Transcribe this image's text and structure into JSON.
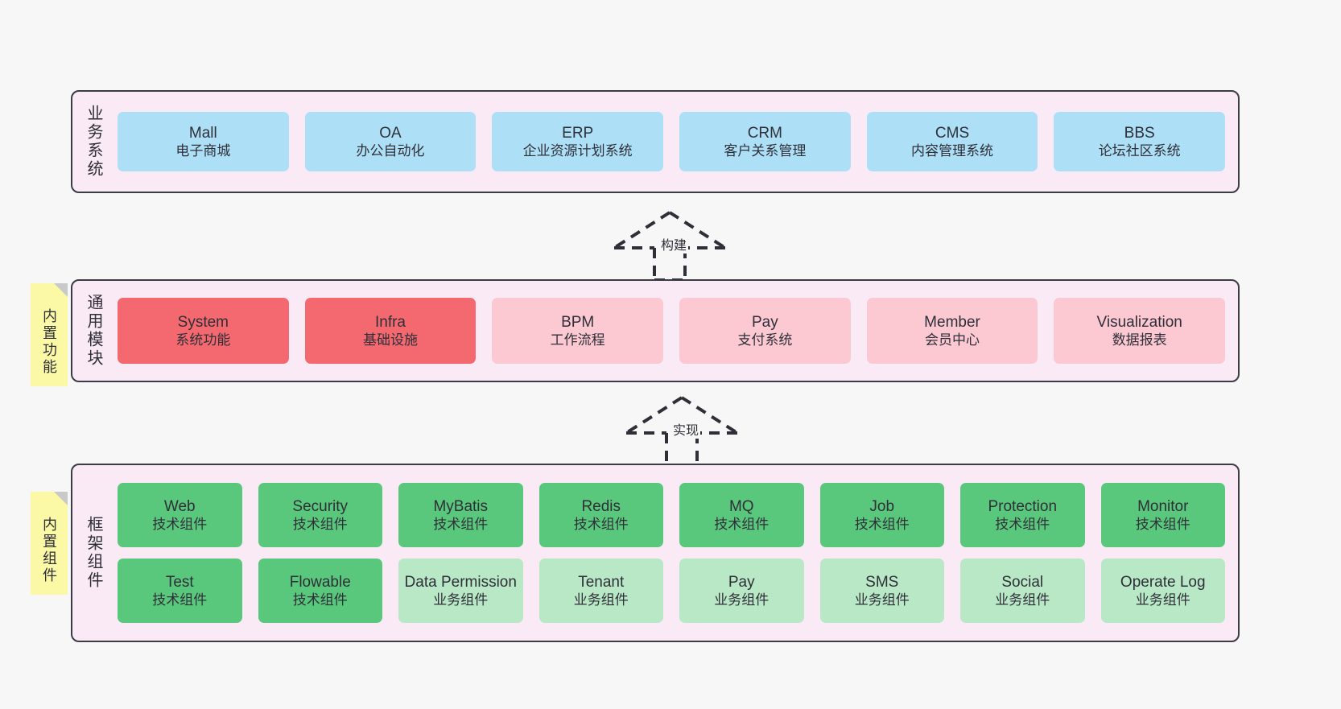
{
  "diagram": {
    "background_color": "#f7f7f7",
    "panel_background": "#f9eaf5",
    "panel_border": "#3c3c44",
    "sticky_color": "#fbf8a6"
  },
  "business": {
    "label": "业务系统",
    "accent": "#ade0f7",
    "items": [
      {
        "name": "Mall",
        "desc": "电子商城"
      },
      {
        "name": "OA",
        "desc": "办公自动化"
      },
      {
        "name": "ERP",
        "desc": "企业资源计划系统"
      },
      {
        "name": "CRM",
        "desc": "客户关系管理"
      },
      {
        "name": "CMS",
        "desc": "内容管理系统"
      },
      {
        "name": "BBS",
        "desc": "论坛社区系统"
      }
    ]
  },
  "arrow_build": {
    "label": "构建"
  },
  "modules": {
    "label": "通用模块",
    "sticky": "内置功能",
    "accent_primary": "#f4696f",
    "accent_secondary": "#fcc9d3",
    "items": [
      {
        "name": "System",
        "desc": "系统功能",
        "tone": "c-red"
      },
      {
        "name": "Infra",
        "desc": "基础设施",
        "tone": "c-red"
      },
      {
        "name": "BPM",
        "desc": "工作流程",
        "tone": "c-pink"
      },
      {
        "name": "Pay",
        "desc": "支付系统",
        "tone": "c-pink"
      },
      {
        "name": "Member",
        "desc": "会员中心",
        "tone": "c-pink"
      },
      {
        "name": "Visualization",
        "desc": "数据报表",
        "tone": "c-pink"
      }
    ]
  },
  "arrow_impl": {
    "label": "实现"
  },
  "framework": {
    "label": "框架组件",
    "sticky": "内置组件",
    "accent_primary": "#5ac87c",
    "accent_secondary": "#b9e8c6",
    "row_top": [
      {
        "name": "Web",
        "desc": "技术组件",
        "tone": "c-green"
      },
      {
        "name": "Security",
        "desc": "技术组件",
        "tone": "c-green"
      },
      {
        "name": "MyBatis",
        "desc": "技术组件",
        "tone": "c-green"
      },
      {
        "name": "Redis",
        "desc": "技术组件",
        "tone": "c-green"
      },
      {
        "name": "MQ",
        "desc": "技术组件",
        "tone": "c-green"
      },
      {
        "name": "Job",
        "desc": "技术组件",
        "tone": "c-green"
      },
      {
        "name": "Protection",
        "desc": "技术组件",
        "tone": "c-green"
      },
      {
        "name": "Monitor",
        "desc": "技术组件",
        "tone": "c-green"
      }
    ],
    "row_bottom": [
      {
        "name": "Test",
        "desc": "技术组件",
        "tone": "c-green"
      },
      {
        "name": "Flowable",
        "desc": "技术组件",
        "tone": "c-green"
      },
      {
        "name": "Data Permission",
        "desc": "业务组件",
        "tone": "c-greenlight"
      },
      {
        "name": "Tenant",
        "desc": "业务组件",
        "tone": "c-greenlight"
      },
      {
        "name": "Pay",
        "desc": "业务组件",
        "tone": "c-greenlight"
      },
      {
        "name": "SMS",
        "desc": "业务组件",
        "tone": "c-greenlight"
      },
      {
        "name": "Social",
        "desc": "业务组件",
        "tone": "c-greenlight"
      },
      {
        "name": "Operate Log",
        "desc": "业务组件",
        "tone": "c-greenlight"
      }
    ]
  }
}
